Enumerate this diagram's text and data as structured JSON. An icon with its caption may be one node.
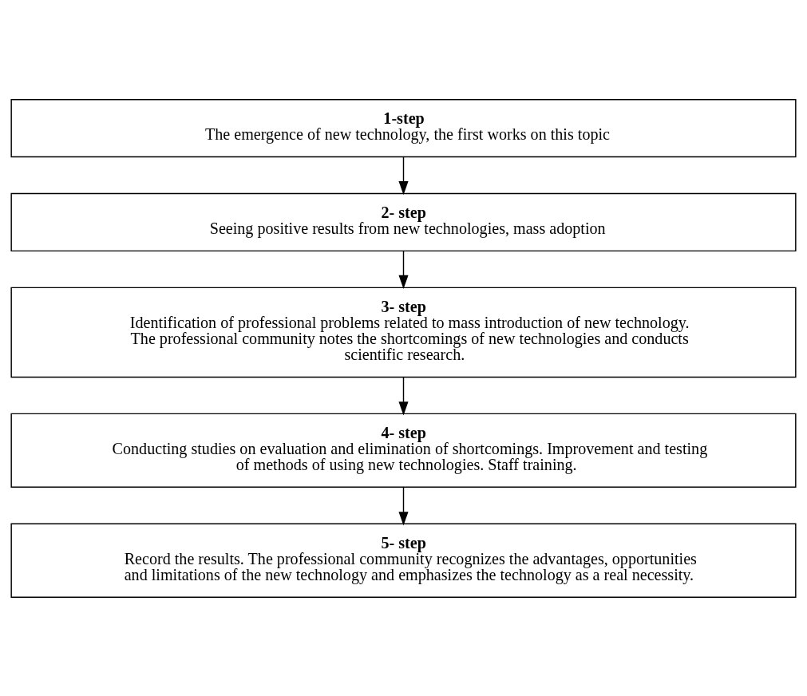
{
  "diagram": {
    "nodes": [
      {
        "text": [
          "1-step",
          "The emergence of new technology, the first works on this topic"
        ]
      },
      {
        "text": [
          "2- step",
          "Seeing positive results from new technologies, mass adoption"
        ]
      },
      {
        "text": [
          "3- step",
          "Identification of professional problems related to mass introduction of new technology. The professional community notes the shortcomings of new technologies and conducts scientific research."
        ]
      },
      {
        "text": [
          "4- step",
          "Conducting studies on evaluation and elimination of shortcomings. Improvement and testing of methods of using new technologies. Staff training."
        ]
      },
      {
        "text": [
          "5- step",
          "Record the results. The professional community recognizes the advantages, opportunities and limitations of the new technology and emphasizes the technology as a real necessity."
        ]
      }
    ],
    "edges": [
      {
        "from": 0,
        "to": 1,
        "arrow": "to"
      },
      {
        "from": 1,
        "to": 2,
        "arrow": "to"
      },
      {
        "from": 2,
        "to": 3,
        "arrow": "to"
      },
      {
        "from": 3,
        "to": 4,
        "arrow": "to"
      }
    ]
  }
}
